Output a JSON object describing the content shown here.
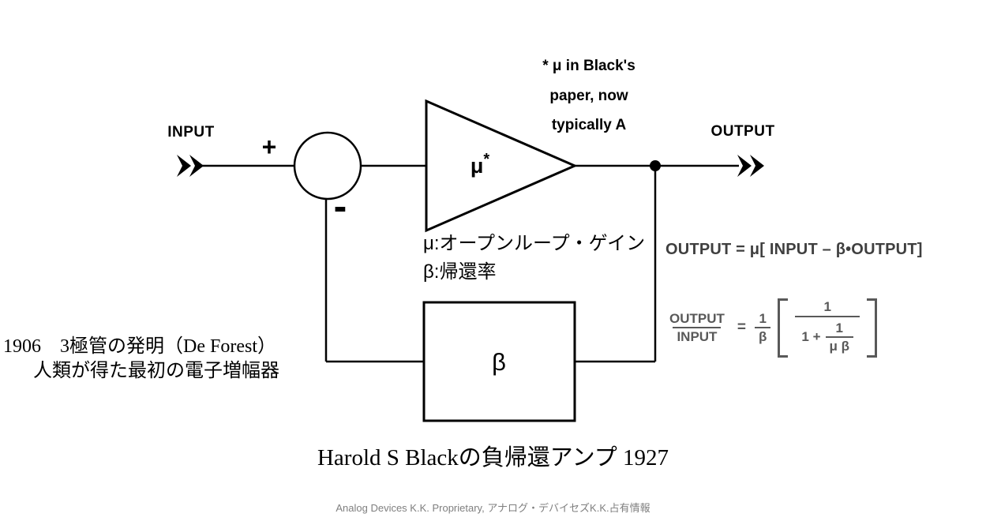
{
  "colors": {
    "diagram_line": "#000000",
    "equation1_text": "#3f3f3f",
    "equation2_text": "#595959",
    "footer_text": "#7f7f7f"
  },
  "diagram": {
    "input_label": "INPUT",
    "output_label": "OUTPUT",
    "plus_sign": "+",
    "minus_sign": "-",
    "gain_mu": "μ",
    "gain_star": "*",
    "beta_label": "β",
    "annotation_lines": [
      "* μ in Black's",
      "paper, now",
      "typically A"
    ],
    "open_loop_gain_note": "μ:オープンループ・ゲイン",
    "feedback_ratio_note": "β:帰還率"
  },
  "history": {
    "line1": "1906　3極管の発明（De Forest）",
    "line2": "人類が得た最初の電子増幅器"
  },
  "equations": {
    "eq1": "OUTPUT = μ[ INPUT – β•OUTPUT]",
    "eq2": {
      "lhs_num": "OUTPUT",
      "lhs_den": "INPUT",
      "equals": "=",
      "recip_num": "1",
      "recip_den": "β",
      "inner_num": "1",
      "inner_den_prefix": "1 +",
      "loop_gain_num": "1",
      "loop_gain_den": "μ β"
    }
  },
  "title": "Harold S Blackの負帰還アンプ 1927",
  "footer": "Analog Devices K.K. Proprietary, アナログ・デバイセズK.K.占有情報"
}
